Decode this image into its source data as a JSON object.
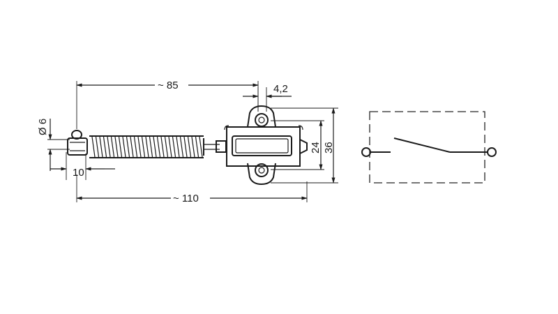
{
  "dimensions": {
    "overall_length": "~ 110",
    "spring_length": "~ 85",
    "thickness": "4,2",
    "diameter": "Ø 6",
    "tip_length": "10",
    "hole_spacing": "24",
    "body_height": "36"
  },
  "colors": {
    "line": "#1a1a1a",
    "background": "#ffffff"
  }
}
